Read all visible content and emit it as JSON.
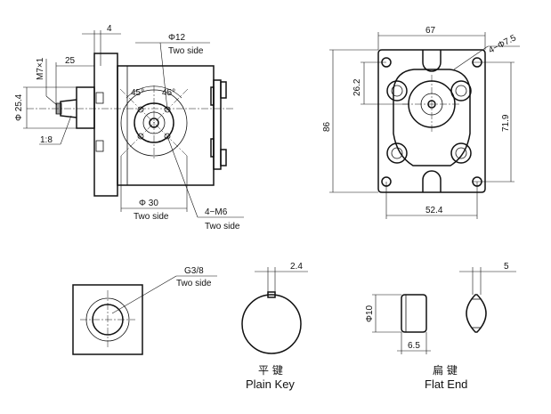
{
  "side_view": {
    "dim_4": "4",
    "dim_25": "25",
    "dim_m7": "M7×1",
    "dim_phi254": "Φ 25.4",
    "taper": "1:8",
    "phi12": "Φ12",
    "phi12_note": "Two side",
    "angle_left": "45°",
    "angle_right": "45°",
    "phi30": "Φ 30",
    "phi30_note": "Two side",
    "m6": "4−M6",
    "m6_note": "Two side"
  },
  "front_view": {
    "dim_67": "67",
    "holes": "4−Φ7.5",
    "dim_262": "26.2",
    "dim_86": "86",
    "dim_719": "71.9",
    "dim_524": "52.4"
  },
  "port_view": {
    "thread": "G3/8",
    "note": "Two side"
  },
  "plain_key": {
    "dim": "2.4",
    "label_cn": "平 键",
    "label_en": "Plain Key"
  },
  "flat_end": {
    "dim_phi10": "Φ10",
    "dim_65": "6.5",
    "dim_5": "5",
    "label_cn": "扁 键",
    "label_en": "Flat End"
  }
}
